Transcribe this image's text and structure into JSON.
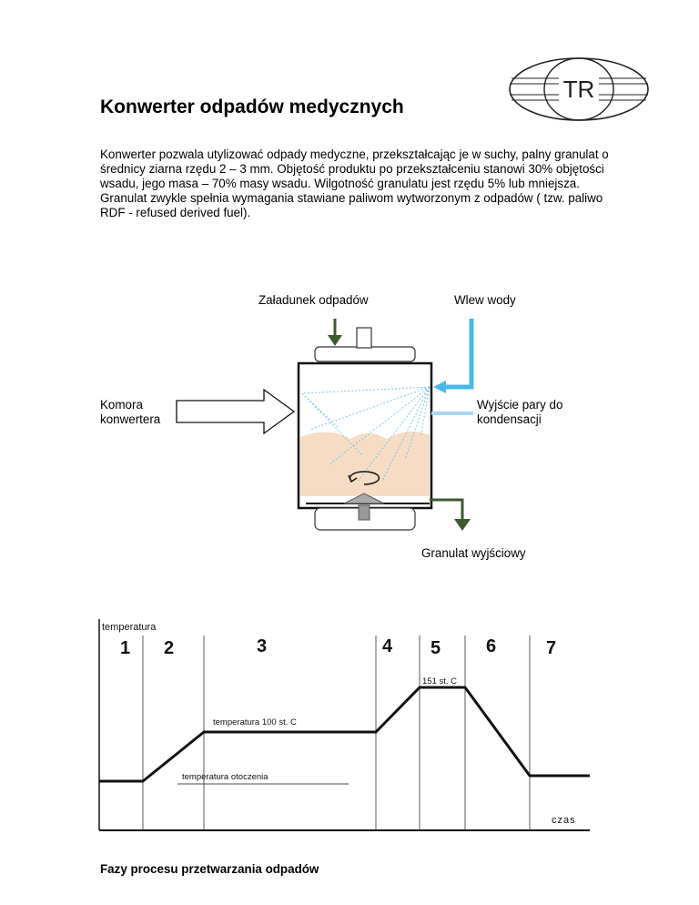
{
  "logo": {
    "text": "TR"
  },
  "title": "Konwerter odpadów  medycznych",
  "intro": "Konwerter pozwala utylizować odpady medyczne, przekształcając je w suchy, palny granulat o średnicy ziarna rzędu 2 – 3 mm.   Objętość produktu po przekształceniu stanowi 30% objętości wsadu, jego masa – 70% masy wsadu. Wilgotność granulatu jest rzędu 5% lub mniejsza. Granulat zwykle spełnia wymagania stawiane paliwom wytworzonym z odpadów ( tzw. paliwo RDF - refused derived fuel).",
  "diagram": {
    "load_label": "Załadunek odpadów",
    "water_label": "Wlew wody",
    "chamber_label": [
      "Komora",
      "konwertera"
    ],
    "steam_label": [
      "Wyjście pary do",
      "kondensacji"
    ],
    "output_label": "Granulat wyjściowy"
  },
  "process_chart": {
    "y_label": "temperatura",
    "x_label": "czas",
    "phases": [
      "1",
      "2",
      "3",
      "4",
      "5",
      "6",
      "7"
    ],
    "annotations": {
      "ambient": "temperatura otoczenia",
      "plateau": "temperatura 100 st. C",
      "peak": "151 st. C"
    }
  },
  "caption": "Fazy procesu przetwarzania odpadów"
}
